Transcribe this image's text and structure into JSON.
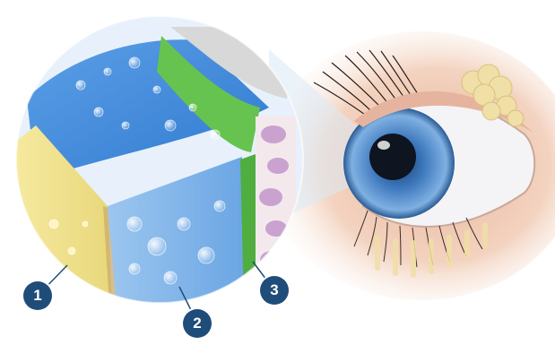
{
  "illustration": {
    "subject": "eye-tear-film-layers",
    "callouts": [
      {
        "number": "1",
        "color": "#1f4d7a"
      },
      {
        "number": "2",
        "color": "#1f4d7a"
      },
      {
        "number": "3",
        "color": "#1f4d7a"
      }
    ],
    "colors": {
      "lipid_layer": "#f2e38c",
      "aqueous_layer": "#7fb1e6",
      "mucin_layer": "#55b84a",
      "iris": "#4f86c6",
      "gland": "#f0dfa6"
    }
  }
}
